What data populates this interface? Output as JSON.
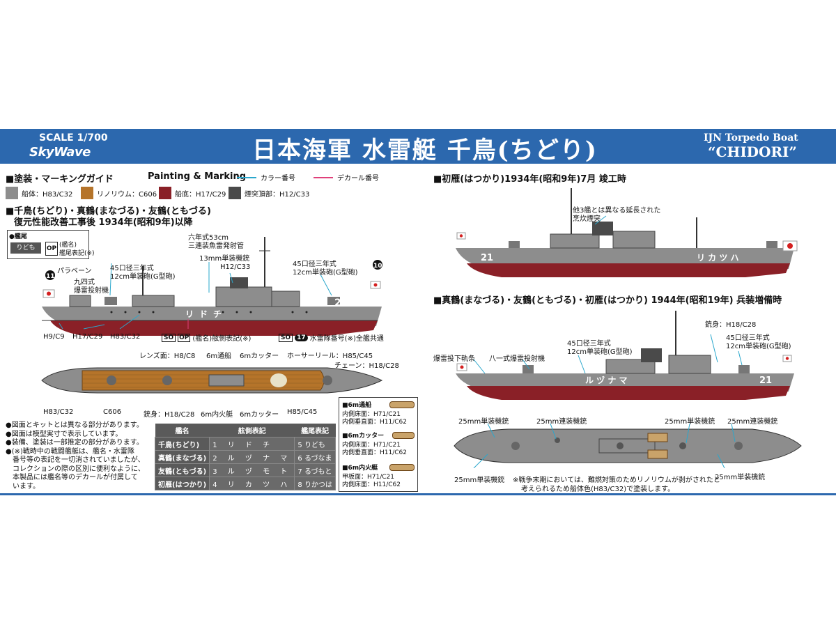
{
  "header": {
    "scale": "SCALE 1/700",
    "logo": "SkyWave",
    "title": "日本海軍 水雷艇 千鳥(ちどり)",
    "en_line1": "IJN Torpedo Boat",
    "en_line2": "“CHIDORI”"
  },
  "legend": {
    "heading": "■塗装・マーキングガイド",
    "heading_en": "Painting & Marking",
    "color_code": "カラー番号",
    "decal_code": "デカール番号",
    "swatches": [
      {
        "label": "船体：H83/C32",
        "color": "#8d8d8d"
      },
      {
        "label": "リノリウム：C606",
        "color": "#b5742a"
      },
      {
        "label": "船底：H17/C29",
        "color": "#8a2027"
      },
      {
        "label": "煙突頂部：H12/C33",
        "color": "#4a4a4a"
      }
    ]
  },
  "left": {
    "section_title": "■千鳥(ちどり)・真鶴(まなづる)・友鶴(ともづる)",
    "section_sub": "復元性能改善工事後 1934年(昭和9年)以降",
    "stern_box_title": "●艦尾",
    "stern_box_op": "OP",
    "stern_box_text1": "(艦名)",
    "stern_box_text2": "艦尾表記(※)",
    "stern_mark": "りども",
    "labels": {
      "torpedo_tube": "六年式53cm",
      "torpedo_tube2": "三連装魚雷発射管",
      "gun_fwd1": "45口径三年式",
      "gun_fwd2": "12cm単装砲(G型砲)",
      "mg13": "13mm単装機銃",
      "h12": "H12/C33",
      "gun_aft1": "45口径三年式",
      "gun_aft2": "12cm単装砲(G型砲)",
      "paravane": "パラベーン",
      "dc1": "九四式",
      "dc2": "爆雷投射機",
      "h9": "H9/C9",
      "h17": "H17/C29",
      "h83": "H83/C32",
      "hull_number": "21",
      "hull_name": "リドチ",
      "decal_so1": "SO",
      "decal_op": "OP",
      "decal_side": "(艦名)舷側表記(※)",
      "decal_so2": "SO",
      "decal_17": "17",
      "decal_div": "水雷隊番号(※)全艦共通",
      "lens": "レンズ面：H8/C8",
      "boat6": "6m通船",
      "cutter_top": "6mカッター",
      "hose": "ホーサーリール：H85/C45",
      "chain": "チェーン：H18/C28",
      "deck_h83": "H83/C32",
      "deck_c606": "C606",
      "barrel": "銃身：H18/C28",
      "motorboat": "6m内火艇",
      "cutter_bot": "6mカッター",
      "deck_h85": "H85/C45",
      "mark10": "10",
      "mark11": "11"
    },
    "notes": [
      "●図面とキットとは異なる部分があります。",
      "●図面は模型実寸で表示しています。",
      "●装備、塗装は一部推定の部分があります。",
      "●(※)戦時中の戦闘艦艇は、艦名・水雷隊",
      "　番号等の表記を一切消されていましたが、",
      "　コレクションの際の区別に便利なように、",
      "　本製品には艦名等のデカールが付属して",
      "　います。"
    ],
    "table": {
      "headers": [
        "艦名",
        "舷側表記",
        "艦尾表記"
      ],
      "rows": [
        {
          "name": "千鳥(ちどり)",
          "num": "1",
          "side": "リ ド チ",
          "tnum": "5",
          "tail": "りども"
        },
        {
          "name": "真鶴(まなづる)",
          "num": "2",
          "side": "ル ヅ ナ マ",
          "tnum": "6",
          "tail": "るづなま"
        },
        {
          "name": "友鶴(ともづる)",
          "num": "3",
          "side": "ル ヅ モ ト",
          "tnum": "7",
          "tail": "るづもと"
        },
        {
          "name": "初雁(はつかり)",
          "num": "4",
          "side": "リ カ ツ ハ",
          "tnum": "8",
          "tail": "りかつは"
        }
      ]
    },
    "boats": [
      {
        "title": "■6m通船",
        "l1": "内側床面：H71/C21",
        "l2": "内側垂直面：H11/C62"
      },
      {
        "title": "■6mカッター",
        "l1": "内側床面：H71/C21",
        "l2": "内側垂直面：H11/C62"
      },
      {
        "title": "■6m内火艇",
        "l1": "甲板面：H71/C21",
        "l2": "内側床面：H11/C62"
      }
    ]
  },
  "right": {
    "title1": "■初雁(はつかり)1934年(昭和9年)7月 竣工時",
    "funnel_note1": "他3艦とは異なる延長された",
    "funnel_note2": "烹炊煙突",
    "hull1_number": "21",
    "hull1_name": "リ カ ツ ハ",
    "title2": "■真鶴(まなづる)・友鶴(ともづる)・初雁(はつかり) 1944年(昭和19年) 兵装増備時",
    "barrel": "銃身：H18/C28",
    "gun_a1": "45口径三年式",
    "gun_a2": "12cm単装砲(G型砲)",
    "gun_b1": "45口径三年式",
    "gun_b2": "12cm単装砲(G型砲)",
    "rail": "爆雷投下軌条",
    "thrower": "八一式爆雷投射機",
    "hull2_number": "21",
    "hull2_name": "ル ヅ ナ マ",
    "mg_top": [
      "25mm単装機銃",
      "25mm連装機銃",
      "25mm単装機銃",
      "25mm連装機銃"
    ],
    "mg_bottom_left": "25mm単装機銃",
    "mg_bottom_right": "25mm単装機銃",
    "wartime_note1": "※戦争末期においては、難燃対策のためリノリウムが剥がされたと",
    "wartime_note2": "考えられるため船体色(H83/C32)で塗装します。"
  }
}
